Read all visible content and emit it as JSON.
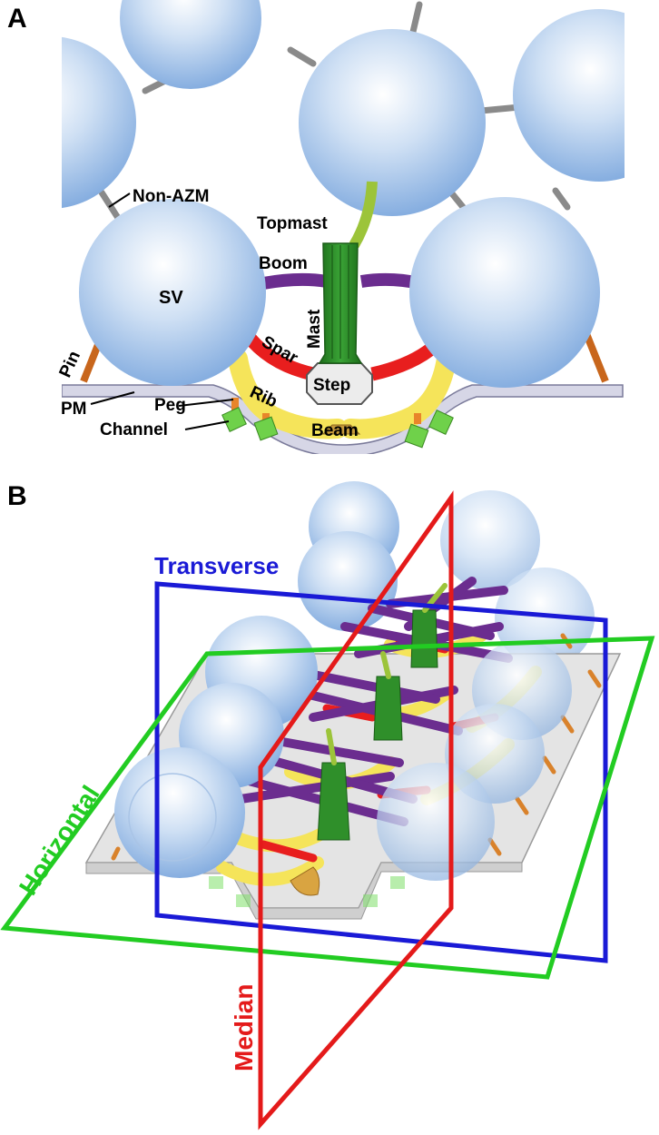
{
  "panels": {
    "a": "A",
    "b": "B"
  },
  "labels": {
    "non_azm": "Non-AZM",
    "topmast": "Topmast",
    "boom": "Boom",
    "sv": "SV",
    "mast": "Mast",
    "spar": "Spar",
    "pin": "Pin",
    "step": "Step",
    "rib": "Rib",
    "pm": "PM",
    "peg": "Peg",
    "channel": "Channel",
    "beam": "Beam"
  },
  "planes": {
    "transverse": "Transverse",
    "horizontal": "Horizontal",
    "median": "Median"
  },
  "colors": {
    "vesicle": "#b8d2ef",
    "membrane": "#d6d6e6",
    "mast": "#2f8f2a",
    "topmast": "#9cc43a",
    "boom": "#6b2d8f",
    "spar": "#e81e1e",
    "rib": "#f5e45a",
    "pin": "#c8661c",
    "channel": "#6fd14a",
    "transverse_plane": "#1a1ad6",
    "horizontal_plane": "#22cc22",
    "median_plane": "#e41a1a"
  }
}
